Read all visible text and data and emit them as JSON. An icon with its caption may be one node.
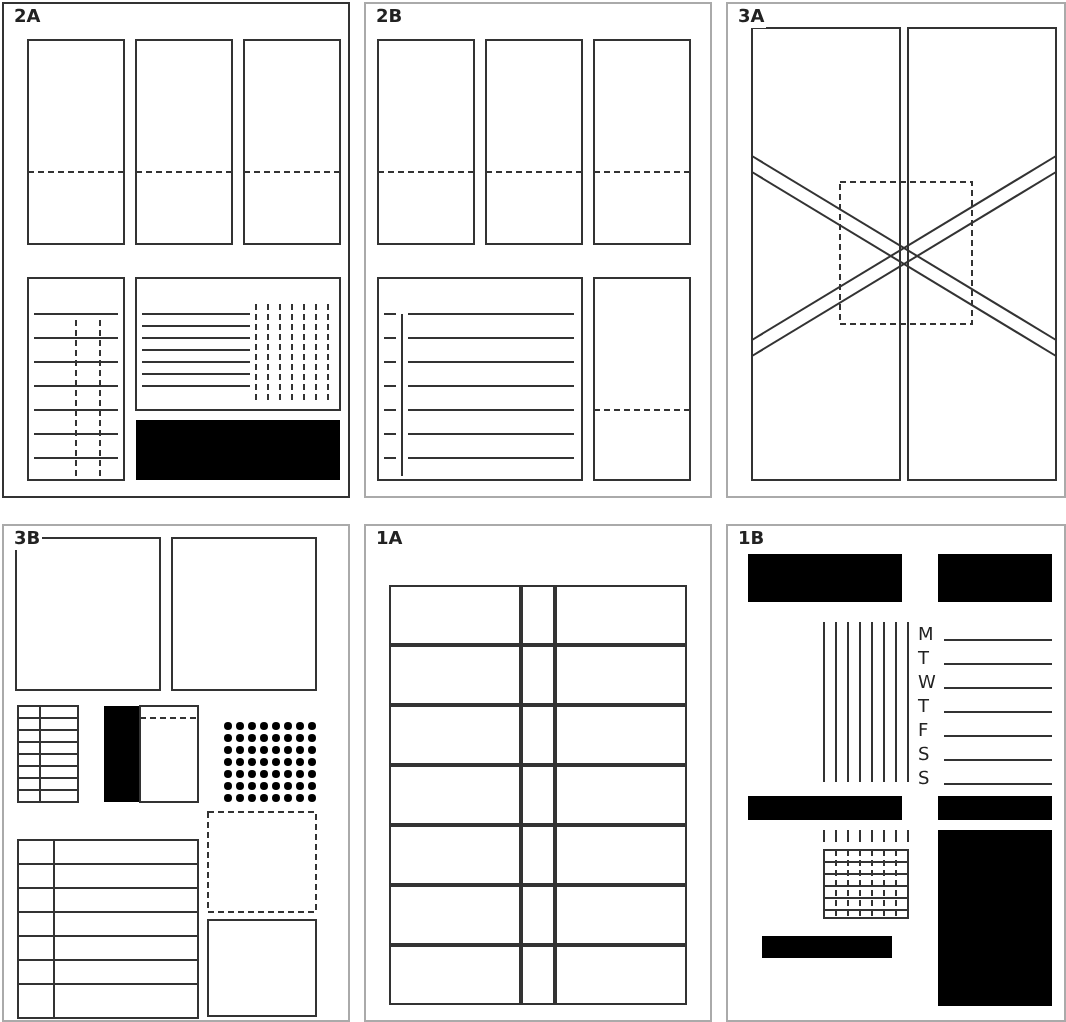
{
  "diagram": {
    "nodes": [
      {
        "text": [
          "2A"
        ]
      },
      {
        "text": [
          "2B"
        ]
      },
      {
        "text": [
          "3A"
        ]
      },
      {
        "text": [
          "3B"
        ]
      },
      {
        "text": [
          "1A"
        ]
      },
      {
        "text": [
          "1B"
        ]
      }
    ],
    "labels": [
      "M",
      "T",
      "W",
      "T",
      "F",
      "S",
      "S"
    ]
  }
}
